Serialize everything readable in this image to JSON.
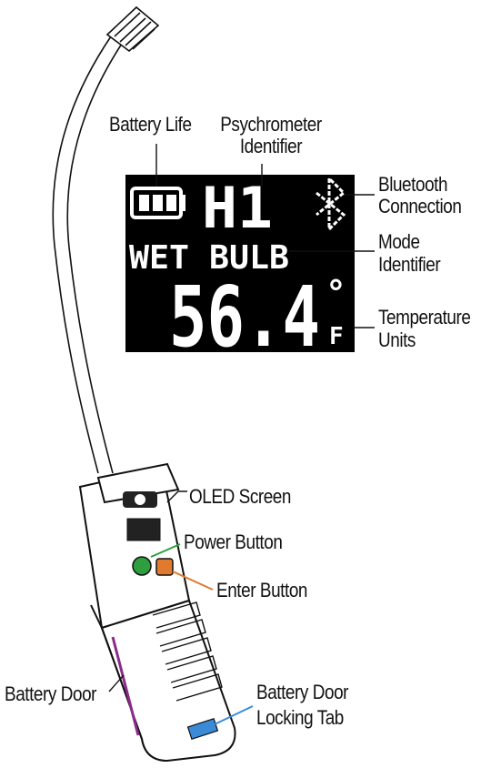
{
  "display": {
    "psychrometer_id": "H1",
    "mode": "WET BULB",
    "temperature": "56.4",
    "degree_symbol": "°",
    "unit": "F",
    "battery_icon": "battery-full-icon",
    "bluetooth_icon": "bluetooth-icon"
  },
  "callouts": {
    "battery_life": "Battery Life",
    "psychrometer_id_line1": "Psychrometer",
    "psychrometer_id_line2": "Identifier",
    "bluetooth_line1": "Bluetooth",
    "bluetooth_line2": "Connection",
    "mode_line1": "Mode",
    "mode_line2": "Identifier",
    "temperature_line1": "Temperature",
    "temperature_line2": "Units",
    "oled_screen": "OLED Screen",
    "power_button": "Power Button",
    "enter_button": "Enter Button",
    "battery_door": "Battery Door",
    "locking_tab_line1": "Battery Door",
    "locking_tab_line2": "Locking Tab"
  },
  "colors": {
    "leader_default": "#000000",
    "power_leader": "#2e9e3e",
    "enter_leader": "#e07a2e",
    "battery_door": "#8a2a8a",
    "locking_tab": "#3a8ad6",
    "screen_bg": "#000000"
  }
}
